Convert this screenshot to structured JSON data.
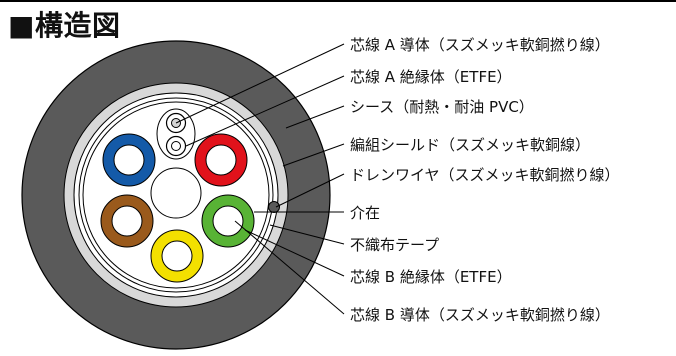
{
  "title": "■構造図",
  "colors": {
    "sheath": "#5a5a5a",
    "braid": "#d8d8d8",
    "core_red": "#e1121b",
    "core_blue": "#145aa8",
    "core_brown": "#9a5a1c",
    "core_yellow": "#f3e000",
    "core_green": "#58b335",
    "conductor": "#ffffff",
    "line": "#000000"
  },
  "labels": [
    "芯線 A 導体（スズメッキ軟銅撚り線）",
    "芯線 A 絶縁体（ETFE）",
    "シース（耐熱・耐油 PVC）",
    "編組シールド（スズメッキ軟銅線）",
    "ドレンワイヤ（スズメッキ軟銅撚り線）",
    "介在",
    "不織布テープ",
    "芯線 B 絶縁体（ETFE）",
    "芯線 B 導体（スズメッキ軟銅撚り線）"
  ]
}
